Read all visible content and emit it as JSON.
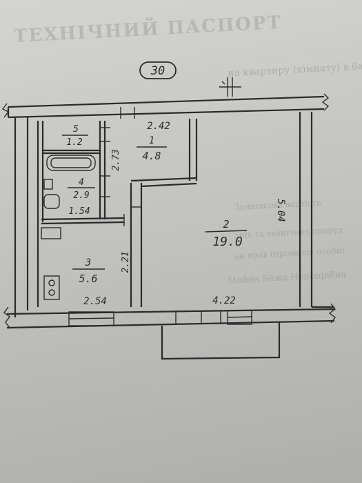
{
  "plan_number": "30",
  "rooms": [
    {
      "number": "1",
      "area": "4.8"
    },
    {
      "number": "2",
      "area": "19.0"
    },
    {
      "number": "3",
      "area": "5.6"
    },
    {
      "number": "4",
      "area": "2.9"
    },
    {
      "number": "5",
      "area": "1.2"
    }
  ],
  "dimensions": {
    "hall_width": "2.42",
    "hall_length": "2.73",
    "bath_width": "1.54",
    "kitchen_length": "2.21",
    "kitchen_width": "2.54",
    "room_width": "4.22",
    "room_length": "5.04"
  },
  "background_text": {
    "title": "ТЕХНІЧНИЙ ПАСПОРТ",
    "line_1": "на квартиру (кімнату) в багатоквартирному",
    "line_2": "Залишкова вартість",
    "line_3": "зніх та технічних споруд",
    "line_4": "ьн прав (прізвище особи)",
    "line_5": "Майна Бежа Непопрібна"
  }
}
